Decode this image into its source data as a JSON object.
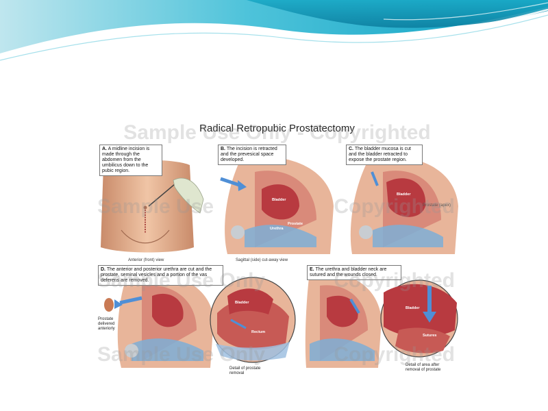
{
  "figure": {
    "title": "Radical Retropubic Prostatectomy",
    "watermark": "Sample Use Only - Copyrighted",
    "watermark_fragments": {
      "row2_left": "Sample Use",
      "row2_right": "Copyrighted",
      "row3_left": "Sample Use Only",
      "row3_right": "Copyrighted",
      "row4_left": "Sample Use Only",
      "row4_right": "Copyrighted"
    },
    "panels": {
      "a": {
        "letter": "A.",
        "text": "A midline incision is made through the abdomen from the umbilicus down to the pubic region.",
        "view": "Anterior (front) view"
      },
      "b": {
        "letter": "B.",
        "text": "The incision is retracted and the prevesical space developed.",
        "view": "Sagittal (side) cut-away view",
        "labels": {
          "bladder": "Bladder",
          "prostate": "Prostate",
          "urethra": "Urethra"
        }
      },
      "c": {
        "letter": "C.",
        "text": "The bladder mucosa is cut and the bladder retracted to expose the prostate region.",
        "labels": {
          "bladder": "Bladder",
          "prostate": "Prostate (apex)"
        }
      },
      "d": {
        "letter": "D.",
        "text": "The anterior and posterior urethra are cut and the prostate, seminal vesicles and a portion of the vas deferens are removed.",
        "side_label": "Prostate delivered anteriorly",
        "detail": "Detail of prostate removal",
        "labels": {
          "bladder": "Bladder",
          "rectum": "Rectum"
        }
      },
      "e": {
        "letter": "E.",
        "text": "The urethra and bladder neck are sutured and the wounds closed.",
        "detail": "Detail of area after removal of prostate",
        "labels": {
          "bladder": "Bladder",
          "sutures": "Sutures"
        }
      }
    }
  },
  "colors": {
    "header_teal": "#12a6c4",
    "header_dark": "#0e6f8c",
    "skin": "#e6b596",
    "tissue": "#c75a55",
    "bladder": "#b83a40",
    "arrow_blue": "#4f8fd6"
  }
}
